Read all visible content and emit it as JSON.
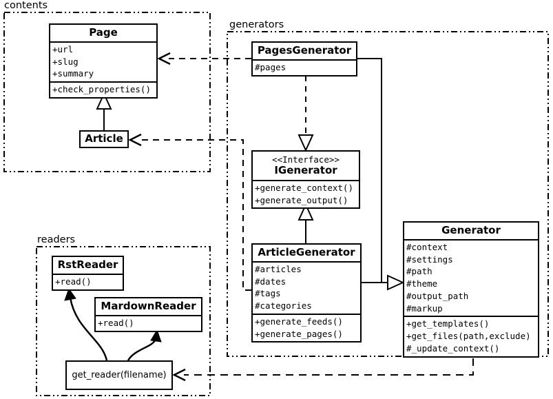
{
  "diagram": {
    "title": "UML class diagram",
    "type": "uml-class-diagram",
    "background_color": "#ffffff",
    "line_color": "#000000"
  },
  "packages": [
    {
      "id": "contents",
      "label": "contents",
      "border_style": "dash-dot-dot"
    },
    {
      "id": "generators",
      "label": "generators",
      "border_style": "dash-dot-dot"
    },
    {
      "id": "readers",
      "label": "readers",
      "border_style": "dash-dot-dot"
    }
  ],
  "classes": {
    "page": {
      "name": "Page",
      "stereotype": "",
      "attributes": [
        "+url",
        "+slug",
        "+summary"
      ],
      "methods": [
        "+check_properties()"
      ]
    },
    "article": {
      "name": "Article",
      "stereotype": "",
      "attributes": [],
      "methods": []
    },
    "pages_generator": {
      "name": "PagesGenerator",
      "stereotype": "",
      "attributes": [
        "#pages"
      ],
      "methods": []
    },
    "igenerator": {
      "name": "IGenerator",
      "stereotype": "<<Interface>>",
      "attributes": [],
      "methods": [
        "+generate_context()",
        "+generate_output()"
      ]
    },
    "article_generator": {
      "name": "ArticleGenerator",
      "stereotype": "",
      "attributes": [
        "#articles",
        "#dates",
        "#tags",
        "#categories"
      ],
      "methods": [
        "+generate_feeds()",
        "+generate_pages()"
      ]
    },
    "generator": {
      "name": "Generator",
      "stereotype": "",
      "attributes": [
        "#context",
        "#settings",
        "#path",
        "#theme",
        "#output_path",
        "#markup"
      ],
      "methods": [
        "+get_templates()",
        "+get_files(path,exclude)",
        "#_update_context()"
      ]
    },
    "rst_reader": {
      "name": "RstReader",
      "stereotype": "",
      "attributes": [],
      "methods": [
        "+read()"
      ]
    },
    "mardown_reader": {
      "name": "MardownReader",
      "stereotype": "",
      "attributes": [],
      "methods": [
        "+read()"
      ]
    }
  },
  "functions": {
    "get_reader": {
      "label": "get_reader(filename)"
    }
  },
  "relationships": [
    {
      "from": "article",
      "to": "page",
      "type": "generalization",
      "style": "solid",
      "arrow": "hollow-triangle"
    },
    {
      "from": "pages_generator",
      "to": "igenerator",
      "type": "realization",
      "style": "dashed",
      "arrow": "hollow-triangle"
    },
    {
      "from": "article_generator",
      "to": "igenerator",
      "type": "generalization",
      "style": "solid",
      "arrow": "hollow-triangle"
    },
    {
      "from": "pages_generator",
      "to": "generator",
      "type": "generalization",
      "style": "solid",
      "arrow": "hollow-triangle"
    },
    {
      "from": "article_generator",
      "to": "generator",
      "type": "generalization",
      "style": "solid",
      "arrow": "hollow-triangle"
    },
    {
      "from": "pages_generator",
      "to": "page",
      "type": "dependency",
      "style": "dashed",
      "arrow": "open-arrow"
    },
    {
      "from": "article_generator",
      "to": "article",
      "type": "dependency",
      "style": "dashed",
      "arrow": "open-arrow"
    },
    {
      "from": "generator",
      "to": "get_reader",
      "type": "dependency",
      "style": "dashed",
      "arrow": "open-arrow"
    },
    {
      "from": "get_reader",
      "to": "rst_reader",
      "type": "association",
      "style": "curved",
      "arrow": "solid-arrow"
    },
    {
      "from": "get_reader",
      "to": "mardown_reader",
      "type": "association",
      "style": "curved",
      "arrow": "solid-arrow"
    }
  ]
}
